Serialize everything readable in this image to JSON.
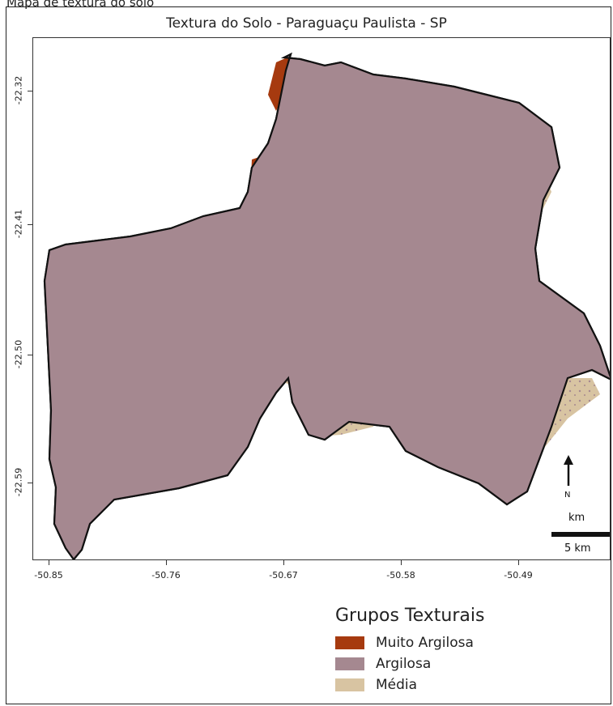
{
  "caption": "Mapa de textura do solo",
  "title": "Textura do Solo - Paraguaçu Paulista - SP",
  "axes": {
    "x_ticks": [
      "-50.85",
      "-50.76",
      "-50.67",
      "-50.58",
      "-50.49"
    ],
    "y_ticks": [
      "-22.32",
      "-22.41",
      "-22.50",
      "-22.59"
    ]
  },
  "north_label": "N",
  "scale": {
    "unit": "km",
    "label": "5 km"
  },
  "legend": {
    "title": "Grupos Texturais",
    "items": [
      {
        "label": "Muito Argilosa",
        "color": "#a63a0f"
      },
      {
        "label": "Argilosa",
        "color": "#a58890"
      },
      {
        "label": "Média",
        "color": "#d8c4a2"
      }
    ]
  },
  "colors": {
    "outline": "#111111",
    "water": "#ffffff"
  }
}
